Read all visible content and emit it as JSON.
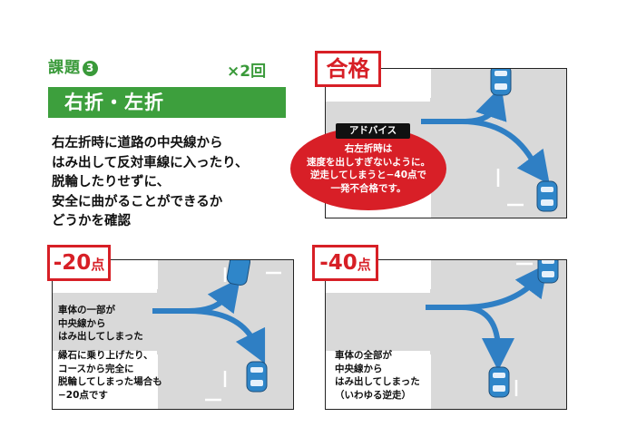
{
  "task": {
    "title": "課題",
    "number": "3",
    "times": "×2回",
    "subtitle": "右折・左折",
    "description_lines": [
      "右左折時に道路の中央線から",
      "はみ出して反対車線に入ったり、",
      "脱輪したりせずに、",
      "安全に曲がることができるか",
      "どうかを確認"
    ]
  },
  "panels": {
    "pass": {
      "badge": "合格",
      "advice_label": "アドバイス",
      "advice_lines": [
        "右左折時は",
        "速度を出しすぎないように。",
        "逆走してしまうと−40点で",
        "一発不合格です。"
      ]
    },
    "minus20": {
      "badge_num": "-20",
      "badge_unit": "点",
      "note1_lines": [
        "車体の一部が",
        "中央線から",
        "はみ出してしまった"
      ],
      "note2_lines": [
        "縁石に乗り上げたり、",
        "コースから完全に",
        "脱輪してしまった場合も",
        "−20点です"
      ]
    },
    "minus40": {
      "badge_num": "-40",
      "badge_unit": "点",
      "note_lines": [
        "車体の全部が",
        "中央線から",
        "はみ出してしまった",
        "（いわゆる逆走）"
      ]
    }
  },
  "colors": {
    "green": "#3d9f3d",
    "red": "#d71f26",
    "road": "#d9d9d9",
    "arrow": "#2f7fc4",
    "car": "#2f86c9"
  }
}
